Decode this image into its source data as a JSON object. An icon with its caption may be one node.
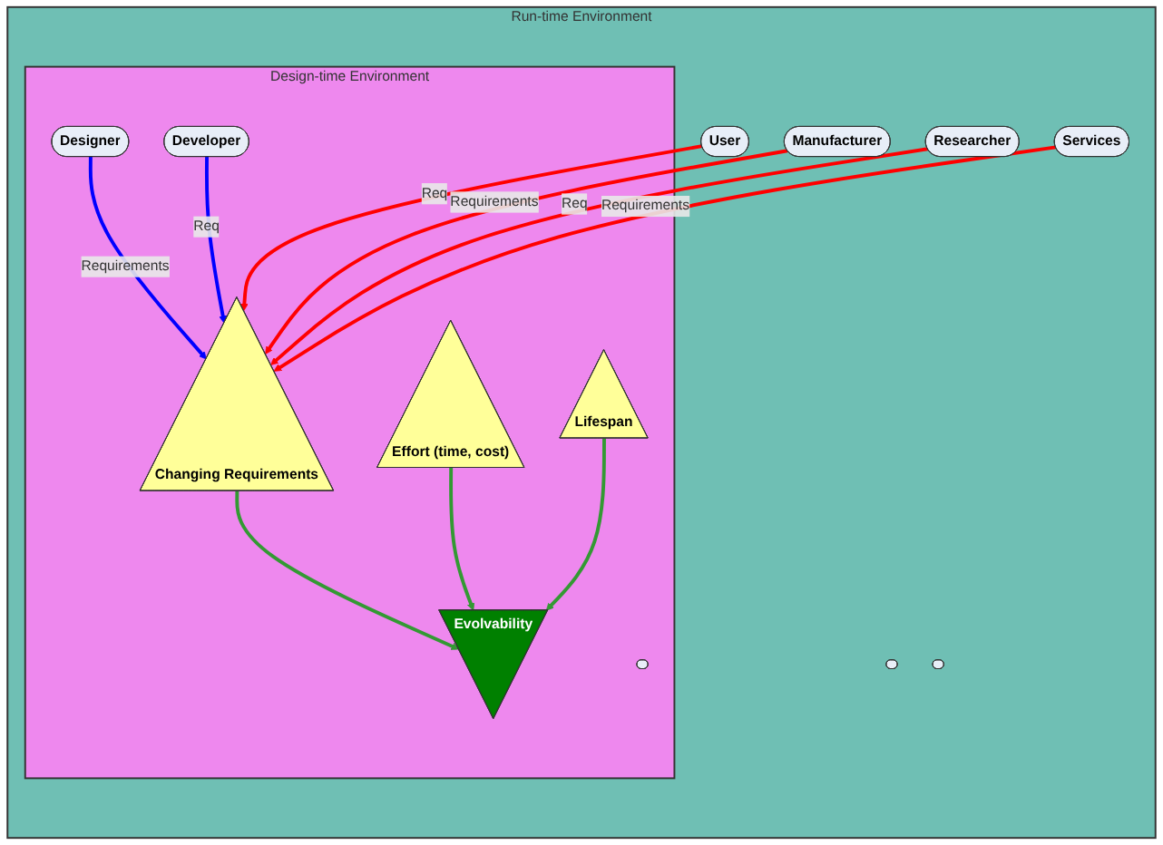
{
  "diagram": {
    "nodes": [
      {
        "text": [
          "Run-time Environment"
        ]
      },
      {
        "text": [
          "User"
        ],
        "in": 0
      },
      {
        "text": [
          "Researcher"
        ],
        "in": 0
      },
      {
        "text": [
          "Manufacturer"
        ],
        "in": 0
      },
      {
        "text": [
          "Services"
        ],
        "in": 0
      },
      {
        "text": [
          "Design-time Environment"
        ],
        "in": 0
      },
      {
        "text": [
          "Changing Requirements"
        ],
        "in": 5
      },
      {
        "text": [
          "Designer"
        ],
        "in": 5
      },
      {
        "text": [
          "Developer"
        ],
        "in": 5
      },
      {
        "text": [
          "Evolvability"
        ],
        "in": 5
      },
      {
        "text": [
          "Effort (time, cost)"
        ],
        "in": 5
      },
      {
        "text": [
          "Lifespan"
        ],
        "in": 5
      },
      {
        "text": [],
        "shape": "ellipse",
        "in": 0
      },
      {
        "text": [],
        "shape": "ellipse",
        "in": 5
      },
      {
        "text": [],
        "shape": "ellipse",
        "in": 0
      }
    ],
    "edges": [
      {
        "from": 1,
        "to": 6,
        "arrow": "to",
        "label": "Req",
        "color": "#ff0000"
      },
      {
        "from": 3,
        "to": 6,
        "arrow": "to",
        "label": "Requirements",
        "color": "#ff0000"
      },
      {
        "from": 7,
        "to": 6,
        "arrow": "to",
        "label": "Requirements",
        "color": "#0000ff"
      },
      {
        "from": 2,
        "to": 6,
        "arrow": "to",
        "label": "Req",
        "color": "#ff0000"
      },
      {
        "from": 4,
        "to": 6,
        "arrow": "to",
        "label": "Requirements",
        "color": "#ff0000"
      },
      {
        "from": 8,
        "to": 6,
        "arrow": "to",
        "label": "Req",
        "color": "#0000ff"
      },
      {
        "from": 6,
        "to": 9,
        "arrow": "to",
        "color": "#339933"
      },
      {
        "from": 10,
        "to": 9,
        "arrow": "to",
        "color": "#339933"
      },
      {
        "from": 11,
        "to": 9,
        "arrow": "to",
        "color": "#339933"
      }
    ]
  }
}
